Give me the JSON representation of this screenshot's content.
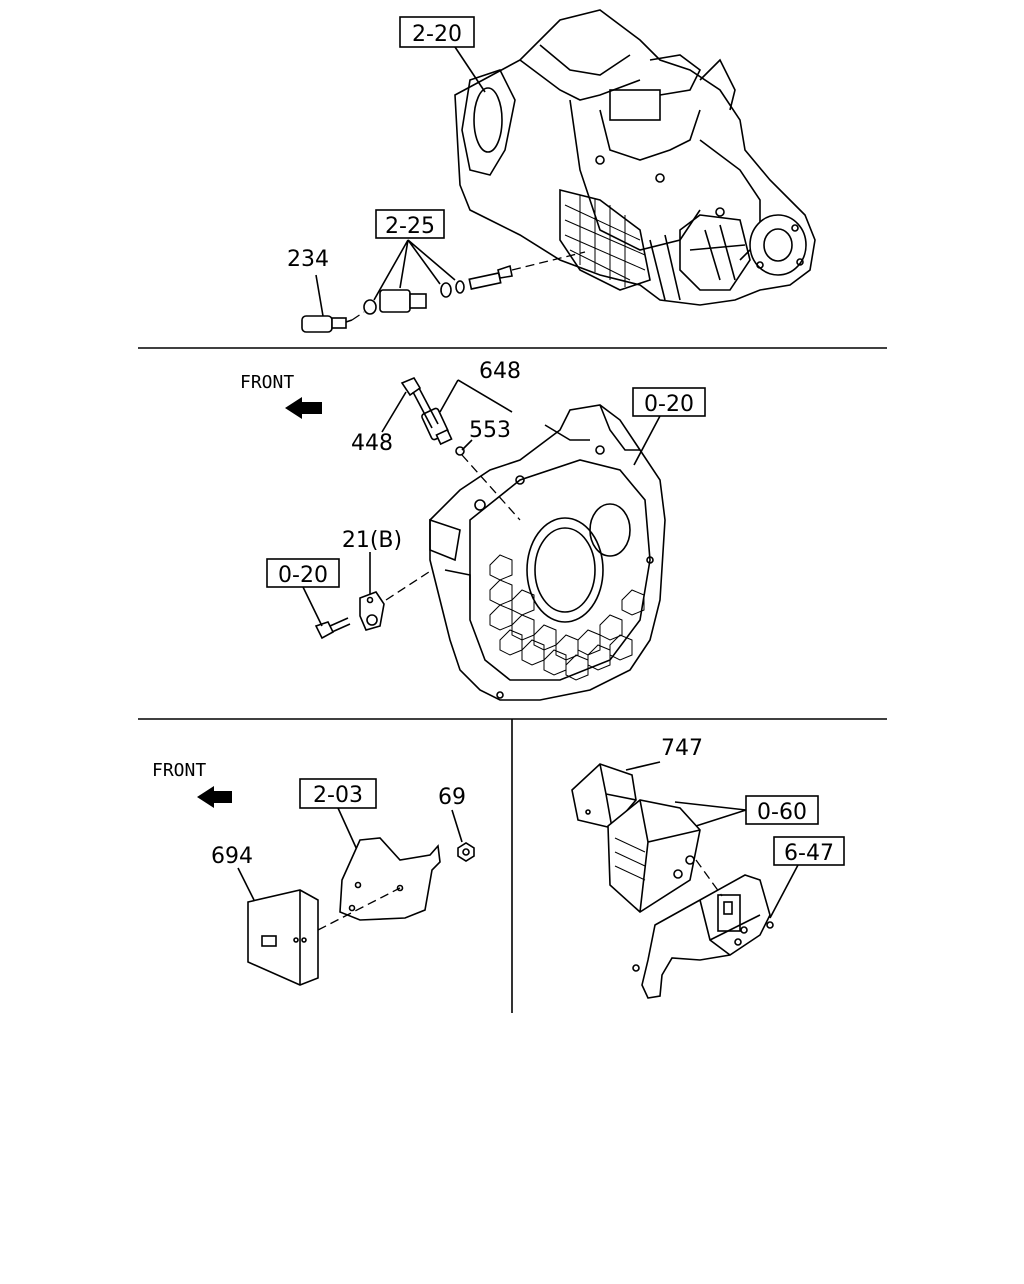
{
  "top_section": {
    "ref_2_20": "2-20",
    "ref_2_25": "2-25",
    "part_234": "234"
  },
  "middle_section": {
    "front_label": "FRONT",
    "part_648": "648",
    "part_448": "448",
    "part_553": "553",
    "ref_0_20_upper": "0-20",
    "part_21b": "21(B)",
    "ref_0_20_lower": "0-20"
  },
  "bottom_left_section": {
    "front_label": "FRONT",
    "ref_2_03": "2-03",
    "part_69": "69",
    "part_694": "694"
  },
  "bottom_right_section": {
    "part_747": "747",
    "ref_0_60": "0-60",
    "ref_6_47": "6-47"
  }
}
